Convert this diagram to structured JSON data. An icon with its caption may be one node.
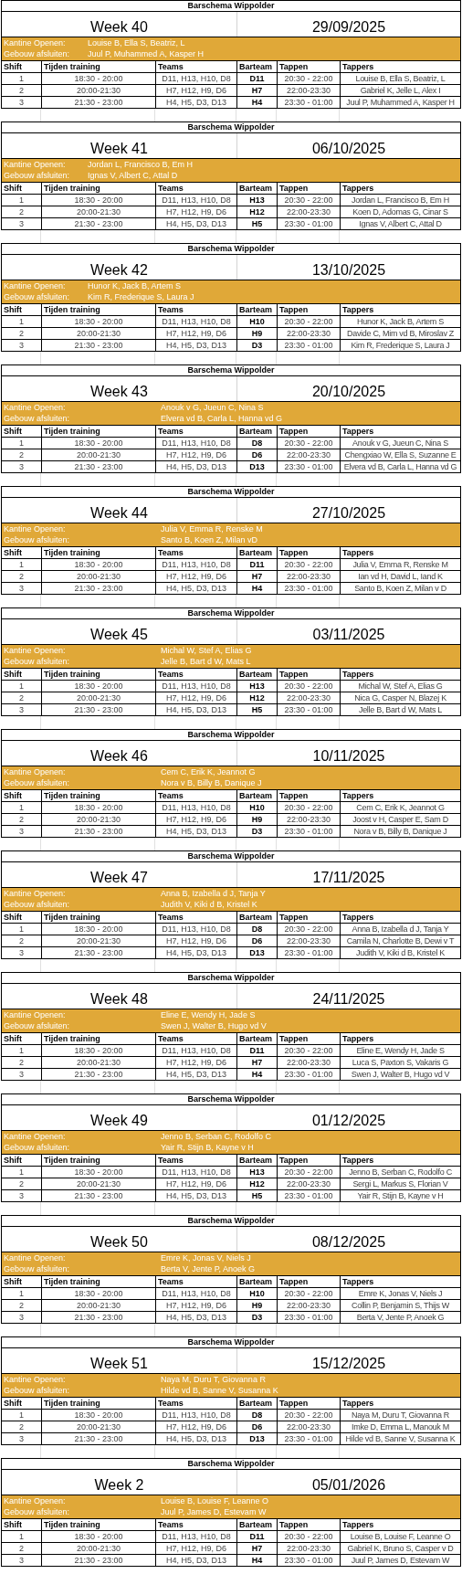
{
  "diagram": {
    "labels": [
      "Barschema Wippolder",
      "Week 40",
      "29/09/2025",
      "Kantine Openen:",
      "Louise B, Ella S, Beatriz, L",
      "Gebouw afsluiten:",
      "Juul P, Muhammed A, Kasper H",
      "Shift",
      "Tijden training",
      "Teams",
      "Barteam",
      "Tappen",
      "Tappers",
      "1",
      "18:30 - 20:00",
      "D11, H13, H10, D8",
      "D11",
      "20:30 - 22:00",
      "Louise B, Ella S, Beatriz, L",
      "2",
      "20:00-21:30",
      "H7, H12, H9, D6",
      "H7",
      "22:00-23:30",
      "Gabriel K, Jelle L, Alex I",
      "3",
      "21:30 - 23:00",
      "H4, H5, D3, D13",
      "H4",
      "23:30 - 01:00",
      "Juul P, Muhammed A, Kasper H",
      "Barschema Wippolder",
      "Week 41",
      "06/10/2025",
      "Kantine Openen:",
      "Jordan L, Francisco B, Em H",
      "Gebouw afsluiten:",
      "Ignas V, Albert C, Attal D",
      "Shift",
      "Tijden training",
      "Teams",
      "Barteam",
      "Tappen",
      "Tappers",
      "1",
      "18:30 - 20:00",
      "D11, H13, H10, D8",
      "H13",
      "20:30 - 22:00",
      "Jordan L, Francisco B, Em H",
      "2",
      "20:00-21:30",
      "H7, H12, H9, D6",
      "H12",
      "22:00-23:30",
      "Koen D, Adomas G, Cinar S",
      "3",
      "21:30 - 23:00",
      "H4, H5, D3, D13",
      "H5",
      "23:30 - 01:00",
      "Ignas V, Albert C, Attal D",
      "Barschema Wippolder",
      "Week 42",
      "13/10/2025",
      "Kantine Openen:",
      "Hunor K, Jack B, Artem S",
      "Gebouw afsluiten:",
      "Kim R, Frederique S, Laura J",
      "Shift",
      "Tijden training",
      "Teams",
      "Barteam",
      "Tappen",
      "Tappers",
      "1",
      "18:30 - 20:00",
      "D11, H13, H10, D8",
      "H10",
      "20:30 - 22:00",
      "Hunor K, Jack B, Artem S",
      "2",
      "20:00-21:30",
      "H7, H12, H9, D6",
      "H9",
      "22:00-23:30",
      "Davide C, Mim vd B, Miroslav Z",
      "3",
      "21:30 - 23:00",
      "H4, H5, D3, D13",
      "D3",
      "23:30 - 01:00",
      "Kim R, Frederique S, Laura J",
      "Barschema Wippolder",
      "Week 43",
      "20/10/2025",
      "Kantine Openen:",
      "Anouk v G, Jueun C, Nina S",
      "Gebouw afsluiten:",
      "Elvera vd B, Carla L, Hanna vd G",
      "Shift",
      "Tijden training",
      "Teams",
      "Barteam",
      "Tappen",
      "Tappers",
      "1",
      "18:30 - 20:00",
      "D11, H13, H10, D8",
      "D8",
      "20:30 - 22:00",
      "Anouk v G, Jueun C, Nina S",
      "2",
      "20:00-21:30",
      "H7, H12, H9, D6",
      "D6",
      "22:00-23:30",
      "Chengxiao W, Ella S, Suzanne E",
      "3",
      "21:30 - 23:00",
      "H4, H5, D3, D13",
      "D13",
      "23:30 - 01:00",
      "Elvera vd B, Carla L, Hanna vd G",
      "Barschema Wippolder",
      "Week 44",
      "27/10/2025",
      "Kantine Openen:",
      "Julia V, Emma R, Renske M",
      "Gebouw afsluiten:",
      "Santo B, Koen Z, Milan vD",
      "Shift",
      "Tijden training",
      "Teams",
      "Barteam",
      "Tappen",
      "Tappers",
      "1",
      "18:30 - 20:00",
      "D11, H13, H10, D8",
      "D11",
      "20:30 - 22:00",
      "Julia V, Emma R, Renske M",
      "2",
      "20:00-21:30",
      "H7, H12, H9, D6",
      "H7",
      "22:00-23:30",
      "Ian vd H, David L, Iand K",
      "3",
      "21:30 - 23:00",
      "H4, H5, D3, D13",
      "H4",
      "23:30 - 01:00",
      "Santo B, Koen Z, Milan v D",
      "Barschema Wippolder",
      "Week 45",
      "03/11/2025",
      "Kantine Openen:",
      "Michal W, Stef A, Elias G",
      "Gebouw afsluiten:",
      "Jelle B, Bart d W, Mats L",
      "Shift",
      "Tijden training",
      "Teams",
      "Barteam",
      "Tappen",
      "Tappers",
      "1",
      "18:30 - 20:00",
      "D11, H13, H10, D8",
      "H13",
      "20:30 - 22:00",
      "Michal W, Stef A, Elias G",
      "2",
      "20:00-21:30",
      "H7, H12, H9, D6",
      "H12",
      "22:00-23:30",
      "Nica G, Casper N, Blazej K",
      "3",
      "21:30 - 23:00",
      "H4, H5, D3, D13",
      "H5",
      "23:30 - 01:00",
      "Jelle B, Bart d W, Mats L",
      "Barschema Wippolder",
      "Week 46",
      "10/11/2025",
      "Kantine Openen:",
      "Cem C, Erik K, Jeannot G",
      "Gebouw afsluiten:",
      "Nora v B, Billy B, Danique J",
      "Shift",
      "Tijden training",
      "Teams",
      "Barteam",
      "Tappen",
      "Tappers",
      "1",
      "18:30 - 20:00",
      "D11, H13, H10, D8",
      "H10",
      "20:30 - 22:00",
      "Cem C, Erik K, Jeannot G",
      "2",
      "20:00-21:30",
      "H7, H12, H9, D6",
      "H9",
      "22:00-23:30",
      "Joost v H, Casper E, Sam D",
      "3",
      "21:30 - 23:00",
      "H4, H5, D3, D13",
      "D3",
      "23:30 - 01:00",
      "Nora v B, Billy B, Danique J",
      "Barschema Wippolder",
      "Week 47",
      "17/11/2025",
      "Kantine Openen:",
      "Anna B, Izabella d J, Tanja Y",
      "Gebouw afsluiten:",
      "Judith V, Kiki d B, Kristel K",
      "Shift",
      "Tijden training",
      "Teams",
      "Barteam",
      "Tappen",
      "Tappers",
      "1",
      "18:30 - 20:00",
      "D11, H13, H10, D8",
      "D8",
      "20:30 - 22:00",
      "Anna B, Izabella d J, Tanja Y",
      "2",
      "20:00-21:30",
      "H7, H12, H9, D6",
      "D6",
      "22:00-23:30",
      "Camila N, Charlotte B, Dewi v T",
      "3",
      "21:30 - 23:00",
      "H4, H5, D3, D13",
      "D13",
      "23:30 - 01:00",
      "Judith V, Kiki d B, Kristel K",
      "Barschema Wippolder",
      "Week 48",
      "24/11/2025",
      "Kantine Openen:",
      "Eline E, Wendy H, Jade S",
      "Gebouw afsluiten:",
      "Swen J, Walter B, Hugo vd V",
      "Shift",
      "Tijden training",
      "Teams",
      "Barteam",
      "Tappen",
      "Tappers",
      "1",
      "18:30 - 20:00",
      "D11, H13, H10, D8",
      "D11",
      "20:30 - 22:00",
      "Eline E, Wendy H, Jade S",
      "2",
      "20:00-21:30",
      "H7, H12, H9, D6",
      "H7",
      "22:00-23:30",
      "Luca S, Paxton S, Vakaris G",
      "3",
      "21:30 - 23:00",
      "H4, H5, D3, D13",
      "H4",
      "23:30 - 01:00",
      "Swen J, Walter B, Hugo vd V",
      "Barschema Wippolder",
      "Week 49",
      "01/12/2025",
      "Kantine Openen:",
      "Jenno B, Serban C, Rodolfo C",
      "Gebouw afsluiten:",
      "Yair R, Stijn B, Kayne v H",
      "Shift",
      "Tijden training",
      "Teams",
      "Barteam",
      "Tappen",
      "Tappers",
      "1",
      "18:30 - 20:00",
      "D11, H13, H10, D8",
      "H13",
      "20:30 - 22:00",
      "Jenno B, Serban C, Rodolfo C",
      "2",
      "20:00-21:30",
      "H7, H12, H9, D6",
      "H12",
      "22:00-23:30",
      "Sergi L, Markus S, Florian V",
      "3",
      "21:30 - 23:00",
      "H4, H5, D3, D13",
      "H5",
      "23:30 - 01:00",
      "Yair R, Stijn B, Kayne v H",
      "Barschema Wippolder",
      "Week 50",
      "08/12/2025",
      "Kantine Openen:",
      "Emre K, Jonas V, Niels J",
      "Gebouw afsluiten:",
      "Berta V, Jente P, Anoek G",
      "Shift",
      "Tijden training",
      "Teams",
      "Barteam",
      "Tappen",
      "Tappers",
      "1",
      "18:30 - 20:00",
      "D11, H13, H10, D8",
      "H10",
      "20:30 - 22:00",
      "Emre K, Jonas V, Niels J",
      "2",
      "20:00-21:30",
      "H7, H12, H9, D6",
      "H9",
      "22:00-23:30",
      "Collin P, Benjamin S, Thijs W",
      "3",
      "21:30 - 23:00",
      "H4, H5, D3, D13",
      "D3",
      "23:30 - 01:00",
      "Berta V, Jente P, Anoek G",
      "Barschema Wippolder",
      "Week 51",
      "15/12/2025",
      "Kantine Openen:",
      "Naya M, Duru T, Giovanna R",
      "Gebouw afsluiten:",
      "Hilde vd B, Sanne V, Susanna K",
      "Shift",
      "Tijden training",
      "Teams",
      "Barteam",
      "Tappen",
      "Tappers",
      "1",
      "18:30 - 20:00",
      "D11, H13, H10, D8",
      "D8",
      "20:30 - 22:00",
      "Naya M, Duru T, Giovanna R",
      "2",
      "20:00-21:30",
      "H7, H12, H9, D6",
      "D6",
      "22:00-23:30",
      "Imke D, Emma L, Manouk M",
      "3",
      "21:30 - 23:00",
      "H4, H5, D3, D13",
      "D13",
      "23:30 - 01:00",
      "Hilde vd B, Sanne V, Susanna K",
      "Barschema Wippolder",
      "Week 2",
      "05/01/2026",
      "Kantine Openen:",
      "Louise B, Louise F, Leanne O",
      "Gebouw afsluiten:",
      "Juul P, James D, Estevam W",
      "Shift",
      "Tijden training",
      "Teams",
      "Barteam",
      "Tappen",
      "Tappers",
      "1",
      "18:30 - 20:00",
      "D11, H13, H10, D8",
      "D11",
      "20:30 - 22:00",
      "Louise B, Louise F, Leanne O",
      "2",
      "20:00-21:30",
      "H7, H12, H9, D6",
      "H7",
      "22:00-23:30",
      "Gabriel K, Bruno S, Casper v D",
      "3",
      "21:30 - 23:00",
      "H4, H5, D3, D13",
      "H4",
      "23:30 - 01:00",
      "Juul P, James D, Estevam W"
    ]
  }
}
